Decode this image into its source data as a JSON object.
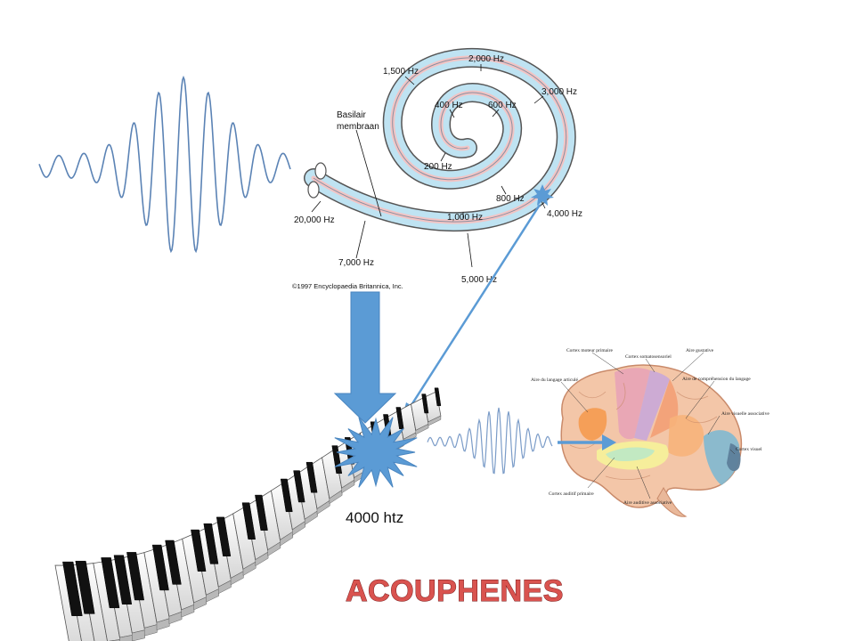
{
  "title": "ACOUPHENES",
  "frequency_caption": "4000 htz",
  "cochlea": {
    "membrane_label_1": "Basilair",
    "membrane_label_2": "membraan",
    "copyright": "©1997 Encyclopaedia Britannica, Inc.",
    "frequency_labels": [
      "2,000 Hz",
      "1,500 Hz",
      "3,000 Hz",
      "400 Hz",
      "600 Hz",
      "200 Hz",
      "800 Hz",
      "4,000 Hz",
      "1,000 Hz",
      "20,000 Hz",
      "7,000 Hz",
      "5,000 Hz"
    ]
  },
  "brain": {
    "labels": [
      "Cortex moteur primaire",
      "Cortex somatosensoriel",
      "Aire gustative",
      "Aire du langage articulé",
      "Aire de compréhension du langage",
      "Aire visuelle associative",
      "Cortex visuel",
      "Cortex auditif primaire",
      "Aire auditive associative"
    ]
  },
  "colors": {
    "wave": "#5b83b5",
    "arrow": "#5b9bd5",
    "title_fill": "#d9534f",
    "cochlea_blue": "#bfe3f2",
    "cochlea_pink": "#f2c4c4"
  }
}
